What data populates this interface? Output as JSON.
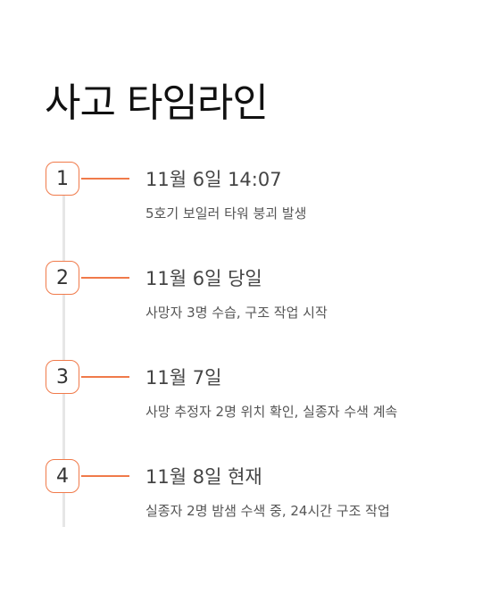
{
  "title": "사고 타임라인",
  "colors": {
    "accent": "#f07a4a",
    "rail": "#e6e6e6",
    "title": "#111111",
    "text": "#444444"
  },
  "events": [
    {
      "number": "1",
      "date": "11월 6일 14:07",
      "description": "5호기 보일러 타워 붕괴 발생"
    },
    {
      "number": "2",
      "date": "11월 6일 당일",
      "description": "사망자 3명 수습, 구조 작업 시작"
    },
    {
      "number": "3",
      "date": "11월 7일",
      "description": "사망 추정자 2명 위치 확인, 실종자 수색 계속"
    },
    {
      "number": "4",
      "date": "11월 8일 현재",
      "description": "실종자 2명 밤샘 수색 중, 24시간 구조 작업"
    }
  ]
}
